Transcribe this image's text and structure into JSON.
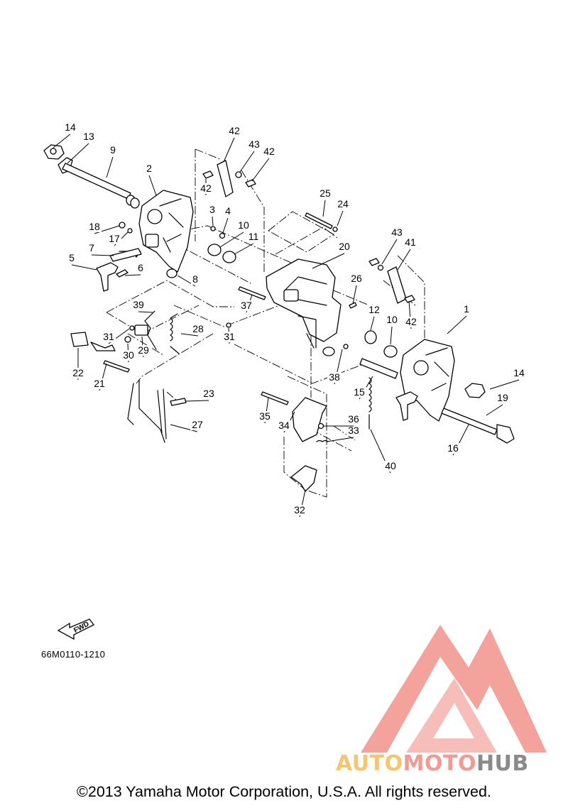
{
  "diagram": {
    "part_numbers": [
      "1",
      "2",
      "3",
      "4",
      "5",
      "6",
      "7",
      "8",
      "9",
      "10",
      "10",
      "11",
      "12",
      "13",
      "14",
      "14",
      "15",
      "16",
      "17",
      "18",
      "19",
      "20",
      "21",
      "22",
      "23",
      "24",
      "25",
      "26",
      "27",
      "28",
      "29",
      "30",
      "31",
      "31",
      "32",
      "33",
      "34",
      "35",
      "36",
      "37",
      "38",
      "39",
      "40",
      "41",
      "42",
      "42",
      "42",
      "42",
      "43",
      "43"
    ],
    "direction_label": "FWD",
    "drawing_code": "66M0110-1210"
  },
  "footer": {
    "copyright": "©2013 Yamaha Motor Corporation, U.S.A. All rights reserved."
  },
  "watermark": {
    "brand_part_1": "AUTO",
    "brand_part_2": "MOTO",
    "brand_part_3": "HUB",
    "colors": {
      "auto": "#f6c56f",
      "moto": "#f19b93",
      "hub": "#8a8a8a",
      "logo": "#f2938a"
    }
  }
}
